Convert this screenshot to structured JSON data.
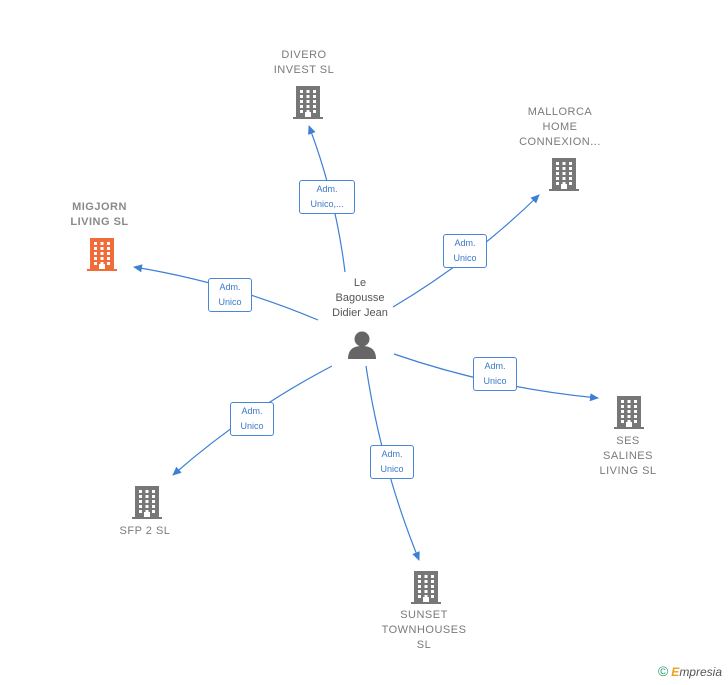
{
  "center": {
    "name": "Le\nBagousse\nDidier Jean",
    "icon": "person-icon"
  },
  "companies": [
    {
      "id": "divero",
      "name": "DIVERO\nINVEST  SL",
      "color": "#777777",
      "role": "Adm.\nUnico,...",
      "icon": "building-icon"
    },
    {
      "id": "mallorca",
      "name": "MALLORCA\nHOME\nCONNEXION...",
      "color": "#777777",
      "role": "Adm.\nUnico",
      "icon": "building-icon"
    },
    {
      "id": "migjorn",
      "name": "MIGJORN\nLIVING  SL",
      "color": "#f26c3a",
      "role": "Adm.\nUnico",
      "icon": "building-icon"
    },
    {
      "id": "ses",
      "name": "SES\nSALINES\nLIVING  SL",
      "color": "#777777",
      "role": "Adm.\nUnico",
      "icon": "building-icon"
    },
    {
      "id": "sfp",
      "name": "SFP 2  SL",
      "color": "#777777",
      "role": "Adm.\nUnico",
      "icon": "building-icon"
    },
    {
      "id": "sunset",
      "name": "SUNSET\nTOWNHOUSES\nSL",
      "color": "#777777",
      "role": "Adm.\nUnico",
      "icon": "building-icon"
    }
  ],
  "edge_color": "#3d7fd4",
  "footer": {
    "symbol": "©",
    "brand_first": "E",
    "brand_rest": "mpresia"
  }
}
